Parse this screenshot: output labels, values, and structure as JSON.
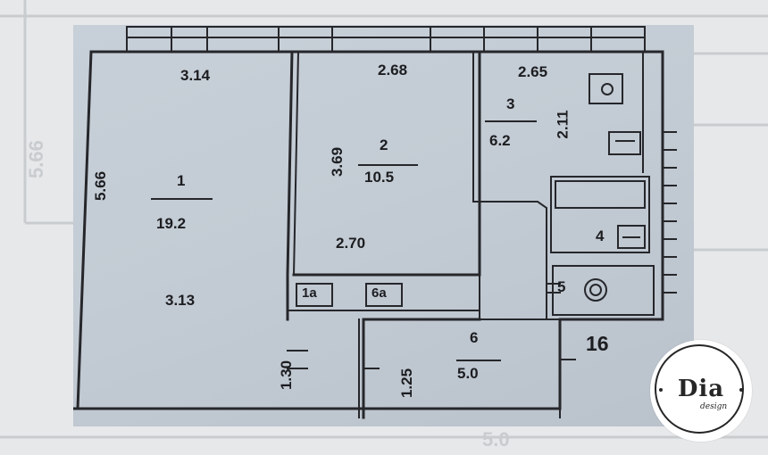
{
  "rooms": [
    {
      "number": "1",
      "area": "19.2"
    },
    {
      "number": "2",
      "area": "10.5"
    },
    {
      "number": "3",
      "area": "6.2"
    },
    {
      "number": "4"
    },
    {
      "number": "5"
    },
    {
      "number": "6",
      "area": "5.0"
    }
  ],
  "closets": [
    "1a",
    "6a"
  ],
  "dimensions": {
    "room1_top": "3.14",
    "room1_side": "5.66",
    "room1_bottom": "3.13",
    "room2_top": "2.68",
    "room2_side": "3.69",
    "room2_bottom": "2.70",
    "room3_top": "2.65",
    "room3_side": "2.11",
    "hall_a": "1.30",
    "hall_b": "1.25"
  },
  "apartment_number": "16",
  "background_plan": {
    "dim_left": "5.66",
    "dim_bottom": "5.0"
  },
  "logo": {
    "name": "Dia",
    "tagline": "design"
  },
  "colors": {
    "paper": "#c3cbd4",
    "line": "#26272b",
    "backdrop": "#e7e8ea",
    "logo_bg": "#ffffff"
  }
}
